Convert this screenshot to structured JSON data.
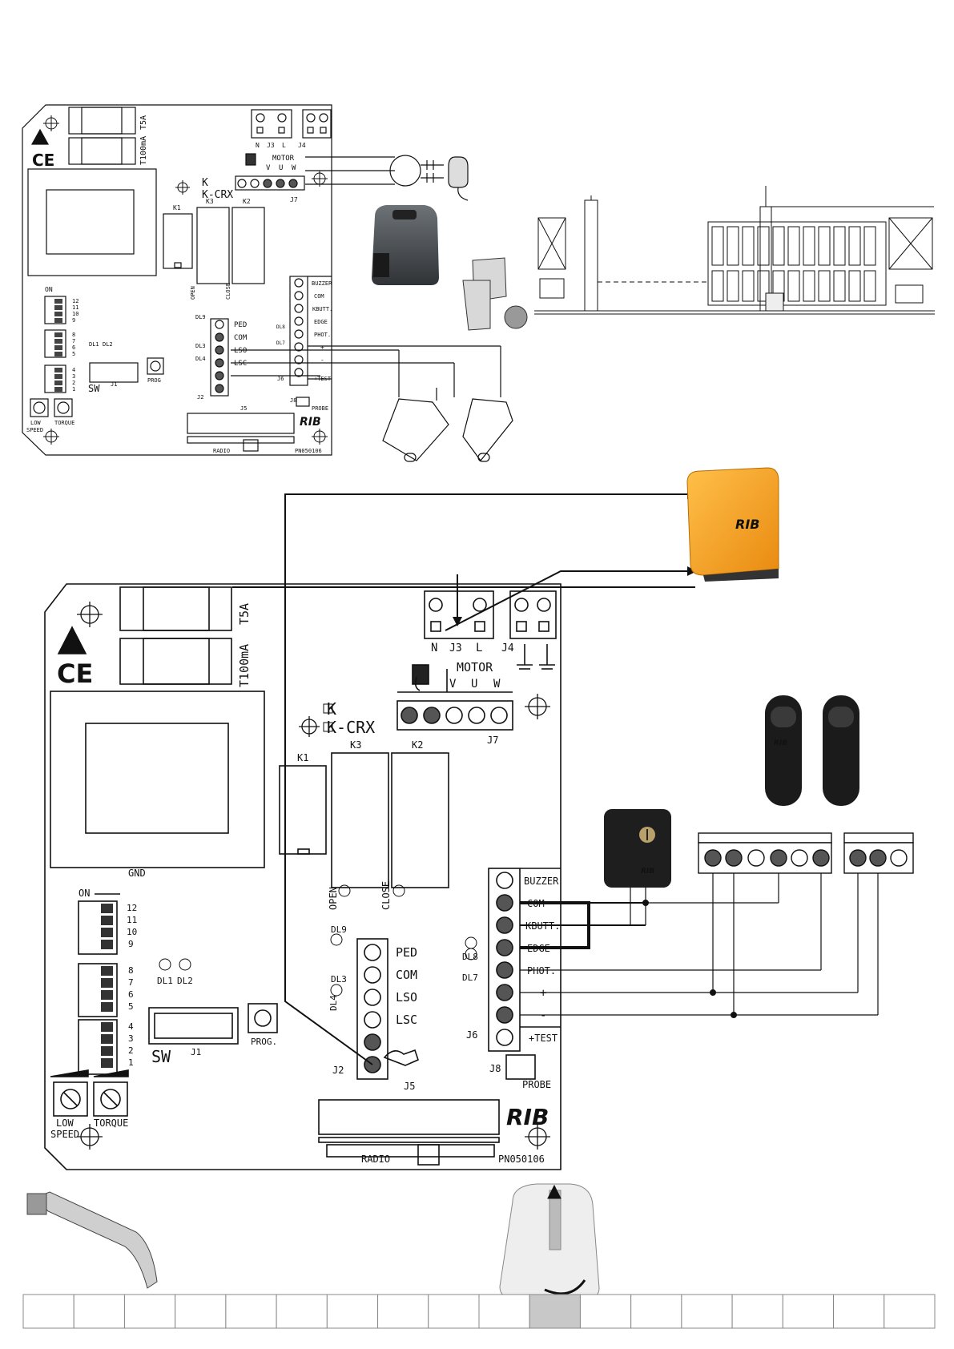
{
  "small_board": {
    "fuse1": "T5A",
    "fuse2": "T100mA",
    "ce": "CE",
    "j3": "J3",
    "j3_n": "N",
    "j3_l": "L",
    "j4": "J4",
    "motor": "MOTOR",
    "v": "V",
    "u": "U",
    "w": "W",
    "j7": "J7",
    "k": "K",
    "kcrx": "K-CRX",
    "k1": "K1",
    "k3": "K3",
    "k2": "K2",
    "open": "OPEN",
    "close": "CLOSE",
    "on": "ON",
    "dip1": [
      "12",
      "11",
      "10",
      "9"
    ],
    "dip2": [
      "8",
      "7",
      "6",
      "5"
    ],
    "dip3": [
      "4",
      "3",
      "2",
      "1"
    ],
    "dl1": "DL1",
    "dl2": "DL2",
    "j1": "J1",
    "sw": "SW",
    "prog": "PROG",
    "dl9": "DL9",
    "dl3": "DL3",
    "dl4": "DL4",
    "j2_labels": [
      "PED",
      "COM",
      "LSO",
      "LSC"
    ],
    "j2": "J2",
    "j6_labels": [
      "BUZZER",
      "COM",
      "KBUTT.",
      "EDGE",
      "PHOT.",
      "+",
      "-",
      "+TEST"
    ],
    "dl8": "DL8",
    "dl7": "DL7",
    "j6": "J6",
    "j5": "J5",
    "j8": "J8",
    "probe": "PROBE",
    "low": "LOW",
    "speed": "SPEED",
    "torque": "TORQUE",
    "radio": "RADIO",
    "pn": "PN050106",
    "logo": "RIB"
  },
  "large_board": {
    "fuse1": "T5A",
    "fuse2": "T100mA",
    "ce": "CE",
    "j3": "J3",
    "j3_n": "N",
    "j3_l": "L",
    "j4": "J4",
    "motor": "MOTOR",
    "v": "V",
    "u": "U",
    "w": "W",
    "j7": "J7",
    "k": "K",
    "kcrx": "K-CRX",
    "k1": "K1",
    "k3": "K3",
    "k2": "K2",
    "gnd": "GND",
    "open": "OPEN",
    "close": "CLOSE",
    "on": "ON",
    "dip1": [
      "12",
      "11",
      "10",
      "9"
    ],
    "dip2": [
      "8",
      "7",
      "6",
      "5"
    ],
    "dip3": [
      "4",
      "3",
      "2",
      "1"
    ],
    "dl1": "DL1",
    "dl2": "DL2",
    "j1": "J1",
    "sw": "SW",
    "prog": "PROG.",
    "dl9": "DL9",
    "dl3": "DL3",
    "dl4": "DL4",
    "j2_labels": [
      "PED",
      "COM",
      "LSO",
      "LSC"
    ],
    "j2": "J2",
    "j6_labels": [
      "BUZZER",
      "COM",
      "KBUTT.",
      "EDGE",
      "PHOT.",
      "+",
      "-",
      "+TEST"
    ],
    "dl8": "DL8",
    "dl7": "DL7",
    "j6": "J6",
    "j5": "J5",
    "j8": "J8",
    "probe": "PROBE",
    "low": "LOW",
    "speed": "SPEED",
    "torque": "TORQUE",
    "radio": "RADIO",
    "pn": "PN050106",
    "logo": "RIB"
  },
  "accessories": {
    "lamp_logo": "RIB",
    "photocell_logo": "RIB",
    "keyswitch_logo": "RIB"
  },
  "page_nav": {
    "cell_count": 18,
    "active_index": 10,
    "active_color": "#c8c8c8"
  }
}
